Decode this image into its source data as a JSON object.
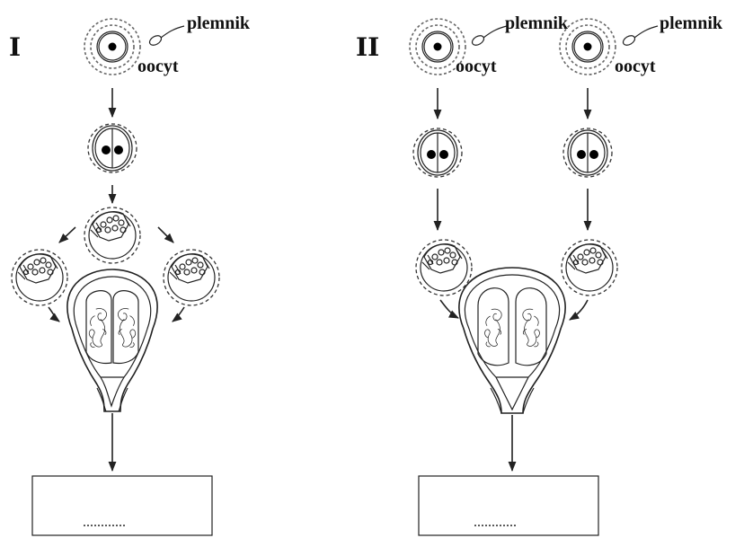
{
  "panel_I": {
    "numeral": "I",
    "sperm_label": "plemnik",
    "oocyte_label": "oocyt",
    "result_text": "............"
  },
  "panel_II": {
    "numeral": "II",
    "left": {
      "sperm_label": "plemnik",
      "oocyte_label": "oocyt"
    },
    "right": {
      "sperm_label": "plemnik",
      "oocyte_label": "oocyt"
    },
    "result_text": "............"
  }
}
